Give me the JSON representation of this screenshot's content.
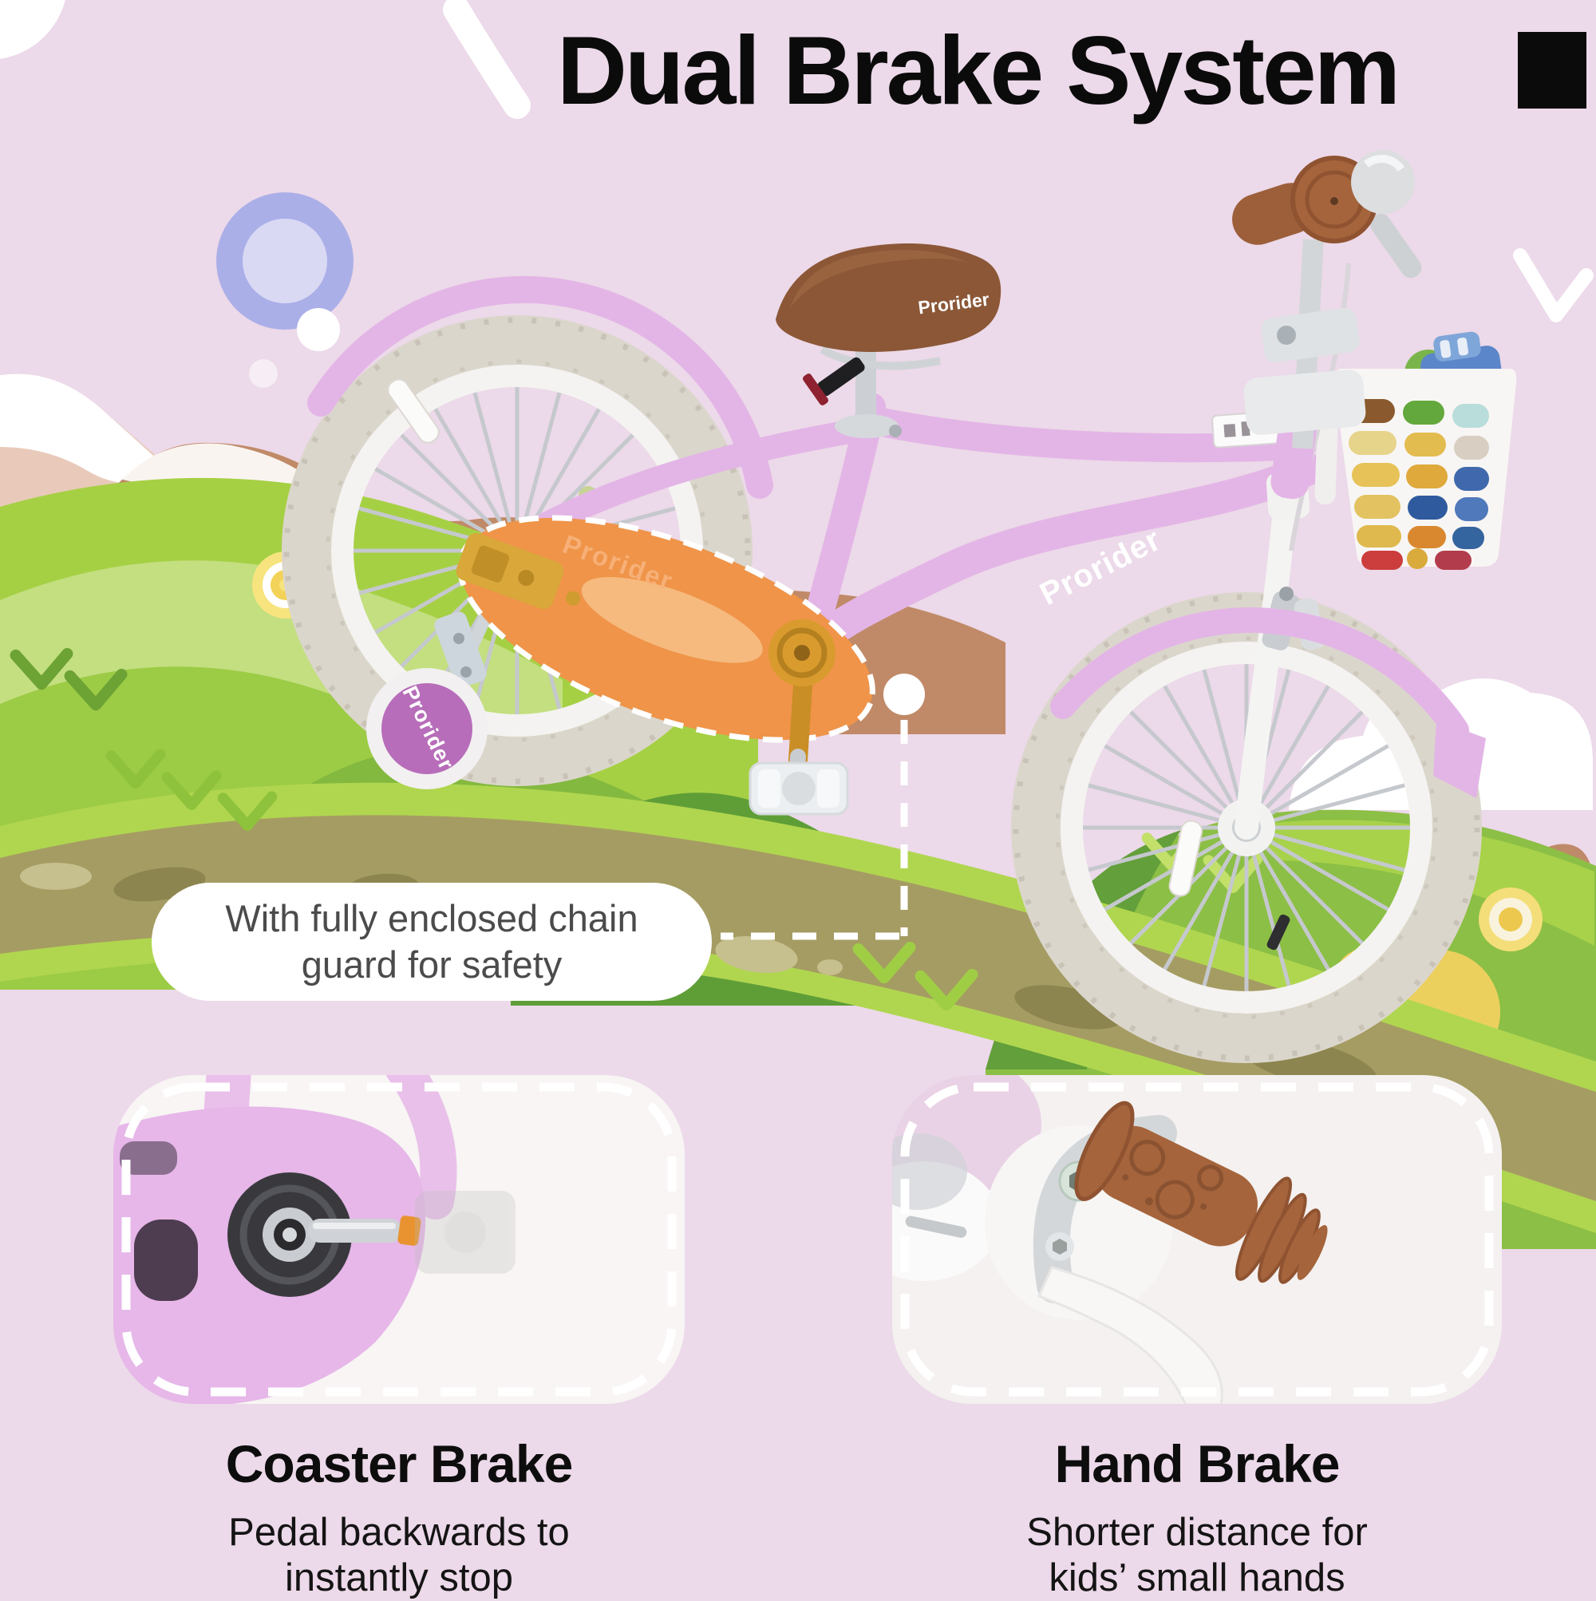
{
  "title": {
    "text": "Dual Brake System"
  },
  "brand": {
    "name": "Prorider"
  },
  "callout": {
    "line1": "With fully enclosed chain",
    "line2": "guard for safety"
  },
  "features": {
    "coaster": {
      "heading": "Coaster Brake",
      "line1": "Pedal backwards to",
      "line2": "instantly stop"
    },
    "hand": {
      "heading": "Hand Brake",
      "line1": "Shorter distance for",
      "line2": "kids’ small hands"
    }
  },
  "colors": {
    "background_pink": "#ecd9e9",
    "title_black": "#0b0b0b",
    "frame_pink": "#e3b5e6",
    "chain_guard_orange": "#ef9449",
    "trail_olive": "#a59c63",
    "grass_green": "#a6d044",
    "seat_brown": "#8b5737",
    "grip_brown": "#a5643c",
    "training_wheel_purple": "#b76db9",
    "sun_periwinkle": "#abafe8",
    "callout_text_gray": "#4b4b4b",
    "tire_cream": "#dbd6cc"
  }
}
